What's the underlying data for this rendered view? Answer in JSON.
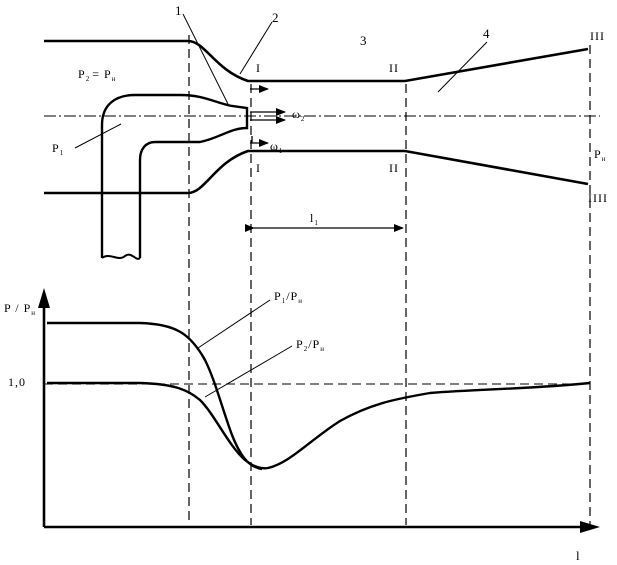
{
  "labels": {
    "n1": "1",
    "n2": "2",
    "n3": "3",
    "n4": "4",
    "sec_I_top": "I",
    "sec_I_bot": "I",
    "sec_II_top": "II",
    "sec_II_bot": "II",
    "sec_III_top": "III",
    "sec_III_bot": "IIII",
    "p2_eq_pn": "P",
    "p2_sub": "2",
    "p2_eq": "= P",
    "pn_sub": "н",
    "p1": "P",
    "p1_sub": "1",
    "pn_right": "P",
    "pn_right_sub": "н",
    "omega2": "ω",
    "omega2_sub": "2",
    "omega1": "ω",
    "omega1_sub": "1",
    "l1": "l",
    "l1_sub": "1",
    "curve1": "P",
    "curve1_sub1": "1",
    "curve1_mid": "/P",
    "curve1_sub2": "н",
    "curve2": "P",
    "curve2_sub1": "2",
    "curve2_mid": "/P",
    "curve2_sub2": "н",
    "yaxis": "P / P",
    "yaxis_sub": "н",
    "one": "1,0",
    "xaxis": "l"
  }
}
